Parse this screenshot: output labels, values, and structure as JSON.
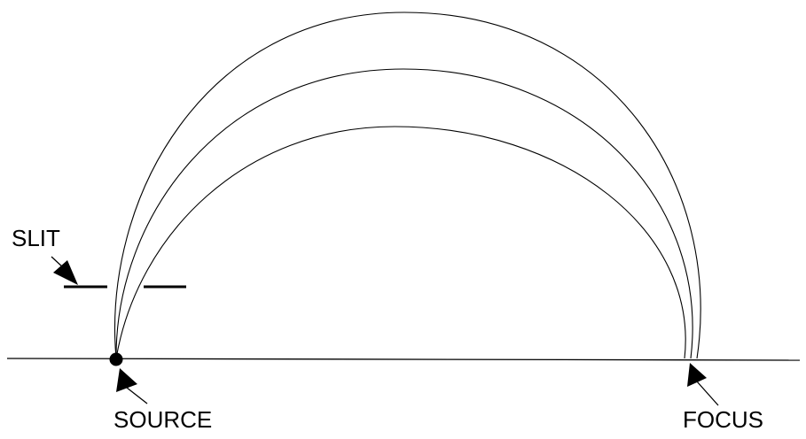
{
  "diagram": {
    "labels": {
      "slit": "SLIT",
      "source": "SOURCE",
      "focus": "FOCUS"
    },
    "colors": {
      "line": "#000000",
      "background": "#ffffff"
    }
  }
}
